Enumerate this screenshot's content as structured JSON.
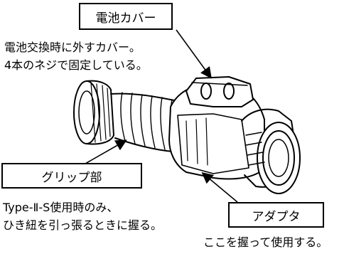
{
  "labels": {
    "battery_cover": {
      "title": "電池カバー",
      "lines": [
        "電池交換時に外すカバー。",
        "4本のネジで固定している。"
      ]
    },
    "grip": {
      "title": "グリップ部",
      "lines": [
        "Type-Ⅱ-S使用時のみ、",
        "ひき紐を引っ張るときに握る。"
      ]
    },
    "adapter": {
      "title": "アダプタ",
      "lines": [
        "ここを握って使用する。"
      ]
    }
  }
}
